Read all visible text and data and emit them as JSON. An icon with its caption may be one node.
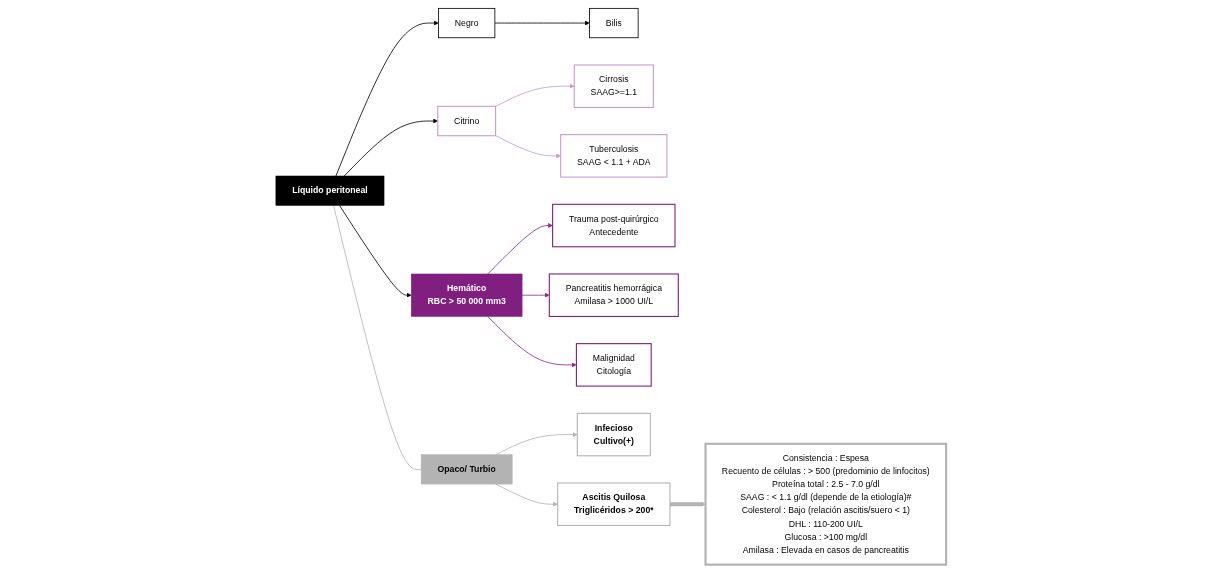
{
  "diagram": {
    "nodes": [
      {
        "text": [
          "Bilis"
        ]
      },
      {
        "text": [
          "Negro"
        ]
      },
      {
        "text": [
          "Líquido peritoneal"
        ]
      },
      {
        "text": [
          "Cirrosis",
          "SAAG>=1.1"
        ]
      },
      {
        "text": [
          "Opaco/ Turbio"
        ]
      },
      {
        "text": [
          "Infecioso",
          "Cultivo(+)"
        ]
      },
      {
        "text": [
          "Citrino"
        ]
      },
      {
        "text": [
          "Tuberculosis",
          "SAAG < 1.1 + ADA"
        ]
      },
      {
        "text": [
          "Ascitis Quilosa",
          "Triglicéridos > 200*"
        ]
      },
      {
        "text": [
          "Trauma post-quirúrgico",
          "Antecedente"
        ]
      },
      {
        "text": [
          "Consistencia",
          ": Espesa",
          "Recuento de células",
          ": > 500 (predominio de linfocitos)",
          "Proteína total",
          ": 2.5 - 7.0 g/dl",
          "SAAG",
          ": < 1.1 g/dl (depende de la etiología)#",
          "Colesterol",
          ": Bajo (relación ascitis/suero < 1)",
          "DHL",
          ": 110-200 UI/L",
          "Glucosa",
          ": >100 mg/dl",
          "Amilasa",
          ": Elevada en casos de pancreatitis"
        ]
      },
      {
        "text": [
          "Pancreatitis hemorrágica",
          "Amilasa > 1000 UI/L"
        ]
      },
      {
        "text": [
          "Hemático",
          "RBC  > 50 000 mm3"
        ]
      },
      {
        "text": [
          "Malignidad",
          "Citología"
        ]
      }
    ],
    "edges": [
      {
        "from": 2,
        "to": 1,
        "arrow": "to"
      },
      {
        "from": 2,
        "to": 6,
        "arrow": "to"
      },
      {
        "from": 2,
        "to": 12,
        "arrow": "to"
      },
      {
        "from": 2,
        "to": 4,
        "arrow": "none",
        "color": "#b3b3b3"
      },
      {
        "from": 1,
        "to": 0,
        "arrow": "to"
      },
      {
        "from": 6,
        "to": 3,
        "arrow": "to",
        "color": "#c99bc9"
      },
      {
        "from": 6,
        "to": 7,
        "arrow": "to",
        "color": "#c99bc9"
      },
      {
        "from": 12,
        "to": 9,
        "arrow": "to",
        "color": "#8b2a8b"
      },
      {
        "from": 12,
        "to": 11,
        "arrow": "to",
        "color": "#8b2a8b"
      },
      {
        "from": 12,
        "to": 13,
        "arrow": "to",
        "color": "#8b2a8b"
      },
      {
        "from": 4,
        "to": 5,
        "arrow": "to",
        "color": "#b3b3b3"
      },
      {
        "from": 4,
        "to": 8,
        "arrow": "to",
        "color": "#b3b3b3"
      },
      {
        "from": 8,
        "to": 10,
        "arrow": "to",
        "style": "thick",
        "color": "#b3b3b3"
      }
    ]
  }
}
